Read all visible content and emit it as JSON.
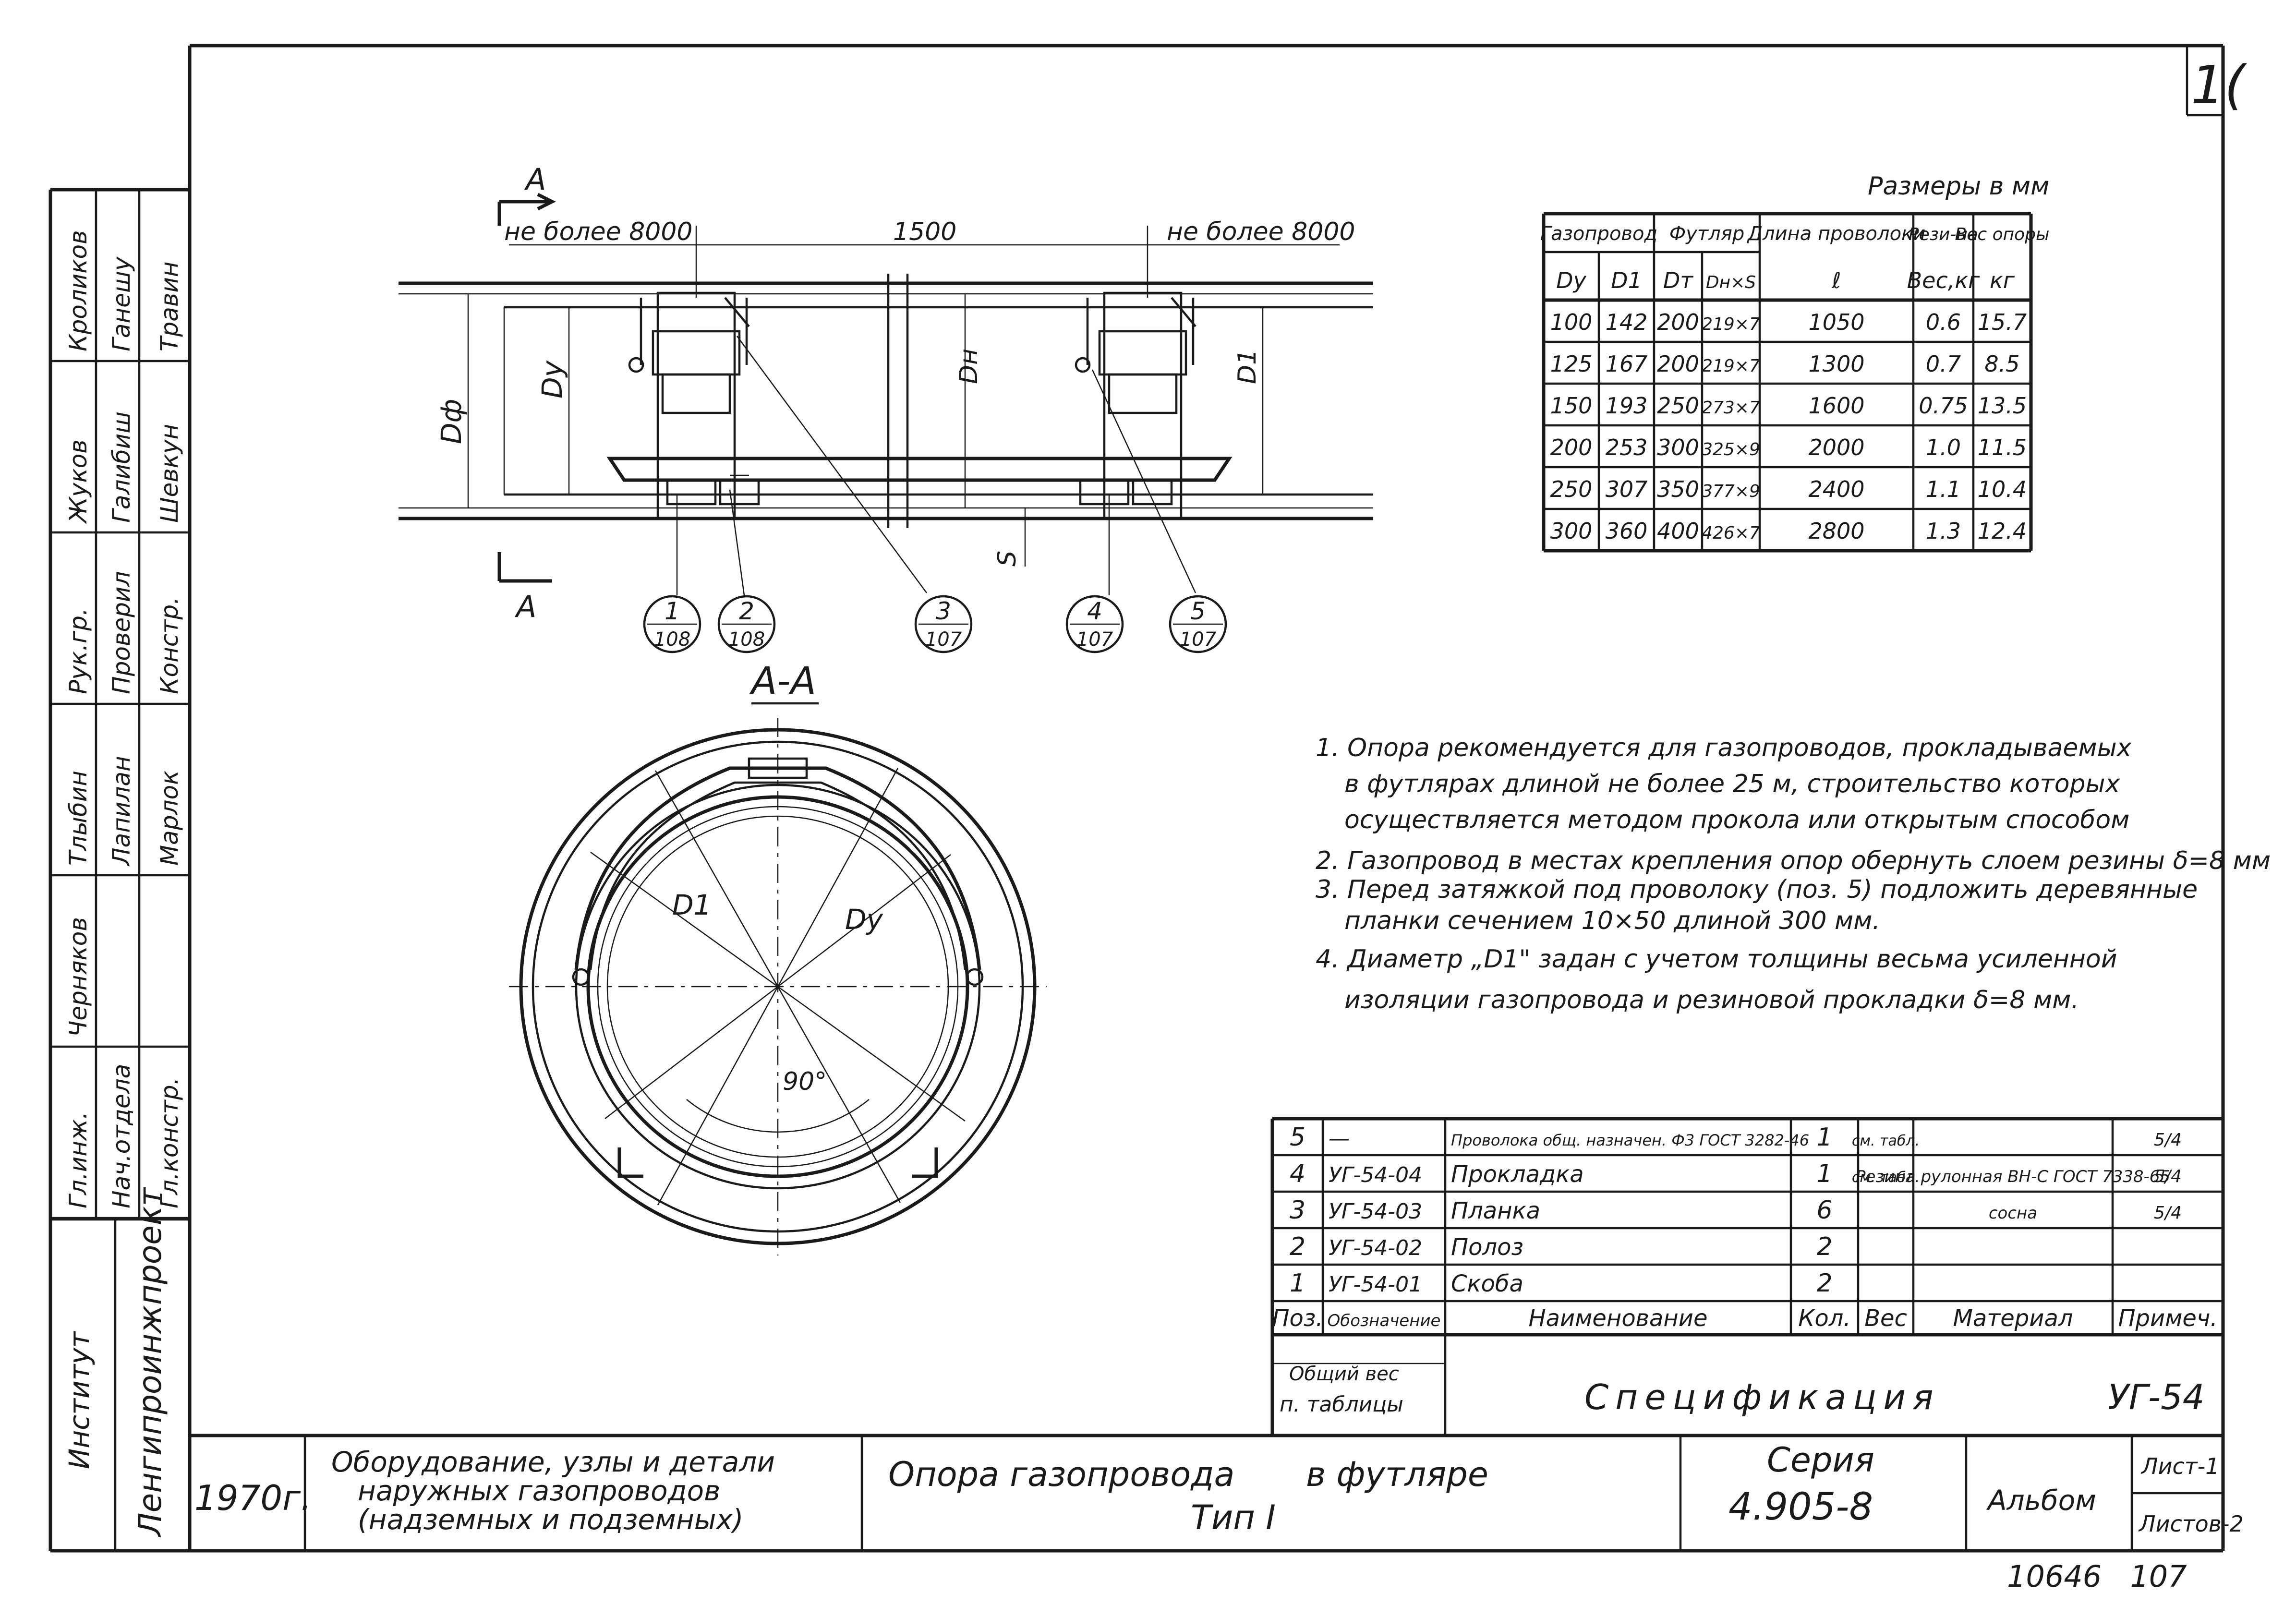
{
  "sheet_number": "1(",
  "side_stamp": {
    "institute_label": "Институт",
    "institute_name": "Ленгипроинжпроект",
    "rows": [
      {
        "role": "Кроликов",
        "sub1": "Ганешу",
        "sub2": "Травин"
      },
      {
        "role": "Жуков",
        "sub1": "Галибиш",
        "sub2": "Шевкун"
      },
      {
        "role": "Рук.гр.",
        "sub1": "Проверил",
        "sub2": "Констр."
      },
      {
        "role": "Тлыбин",
        "sub1": "Лапилан",
        "sub2": "Марлок"
      },
      {
        "role": "Черняков",
        "sub1": "",
        "sub2": ""
      },
      {
        "role": "Гл.инж.",
        "sub1": "Нач.отдела",
        "sub2": "Гл.констр."
      }
    ]
  },
  "plan_view": {
    "section_mark": "A",
    "dim_left": "не более 8000",
    "dim_mid": "1500",
    "dim_right": "не более 8000",
    "label_dy": "Dу",
    "label_dф": "Dф",
    "label_dn": "Dн",
    "label_d1": "D1",
    "label_s": "S"
  },
  "callouts": [
    {
      "num": "1",
      "sheet": "108"
    },
    {
      "num": "2",
      "sheet": "108"
    },
    {
      "num": "3",
      "sheet": "107"
    },
    {
      "num": "4",
      "sheet": "107"
    },
    {
      "num": "5",
      "sheet": "107"
    }
  ],
  "section_view": {
    "title": "А-А",
    "label_d1": "D1",
    "label_dy": "Dу",
    "angle": "90°"
  },
  "dim_table": {
    "caption": "Размеры в мм",
    "group_headers": [
      "Газопровод",
      "Футляр",
      "Длина проволоки",
      "Рези-на",
      "Вес опоры"
    ],
    "sub_headers": [
      "Dу",
      "D1",
      "Dт",
      "Dн×S",
      "ℓ",
      "Вес,кг",
      "кг"
    ],
    "rows": [
      [
        "100",
        "142",
        "200",
        "219×7",
        "1050",
        "0.6",
        "15.7"
      ],
      [
        "125",
        "167",
        "200",
        "219×7",
        "1300",
        "0.7",
        "8.5"
      ],
      [
        "150",
        "193",
        "250",
        "273×7",
        "1600",
        "0.75",
        "13.5"
      ],
      [
        "200",
        "253",
        "300",
        "325×9",
        "2000",
        "1.0",
        "11.5"
      ],
      [
        "250",
        "307",
        "350",
        "377×9",
        "2400",
        "1.1",
        "10.4"
      ],
      [
        "300",
        "360",
        "400",
        "426×7",
        "2800",
        "1.3",
        "12.4"
      ]
    ]
  },
  "notes": [
    "1. Опора рекомендуется для газопроводов, прокладываемых",
    "в футлярах длиной не более 25 м, строительство которых",
    "осуществляется методом прокола или открытым способом",
    "2. Газопровод в местах крепления опор обернуть слоем резины δ=8 мм",
    "3. Перед затяжкой под проволоку (поз. 5) подложить деревянные",
    "планки сечением 10×50 длиной 300 мм.",
    "4. Диаметр „D1\" задан с учетом толщины весьма усиленной",
    "изоляции газопровода и резиновой прокладки δ=8 мм."
  ],
  "spec": {
    "rows": [
      {
        "pos": "5",
        "code": "—",
        "name": "Проволока общ. назначен. Ф3 ГОСТ 3282-46",
        "qty": "1",
        "weight": "см. табл.",
        "material": "",
        "note": "5/4"
      },
      {
        "pos": "4",
        "code": "УГ-54-04",
        "name": "Прокладка",
        "qty": "1",
        "weight": "см. табл.",
        "material": "Резина рулонная ВН-С ГОСТ 7338-65",
        "note": "5/4"
      },
      {
        "pos": "3",
        "code": "УГ-54-03",
        "name": "Планка",
        "qty": "6",
        "weight": "",
        "material": "сосна",
        "note": "5/4"
      },
      {
        "pos": "2",
        "code": "УГ-54-02",
        "name": "Полоз",
        "qty": "2",
        "weight": "",
        "material": "",
        "note": ""
      },
      {
        "pos": "1",
        "code": "УГ-54-01",
        "name": "Скоба",
        "qty": "2",
        "weight": "",
        "material": "",
        "note": ""
      }
    ],
    "headers": [
      "Поз.",
      "Обозначение",
      "Наименование",
      "Кол.",
      "Вес",
      "Материал",
      "Примеч."
    ],
    "weight_label_1": "Общий вес",
    "weight_label_2": "п. таблицы",
    "title": "Спецификация",
    "code": "УГ-54"
  },
  "title_block": {
    "year": "1970г.",
    "subject_1": "Оборудование, узлы и детали",
    "subject_2": "наружных газопроводов",
    "subject_3": "(надземных и подземных)",
    "title_1": "Опора газопровода",
    "title_2": "в футляре",
    "type": "Тип I",
    "series_label": "Серия",
    "series": "4.905-8",
    "album": "Альбом",
    "sheet": "Лист-1",
    "sheets": "Листов-2"
  },
  "footer_code": "10646   107"
}
